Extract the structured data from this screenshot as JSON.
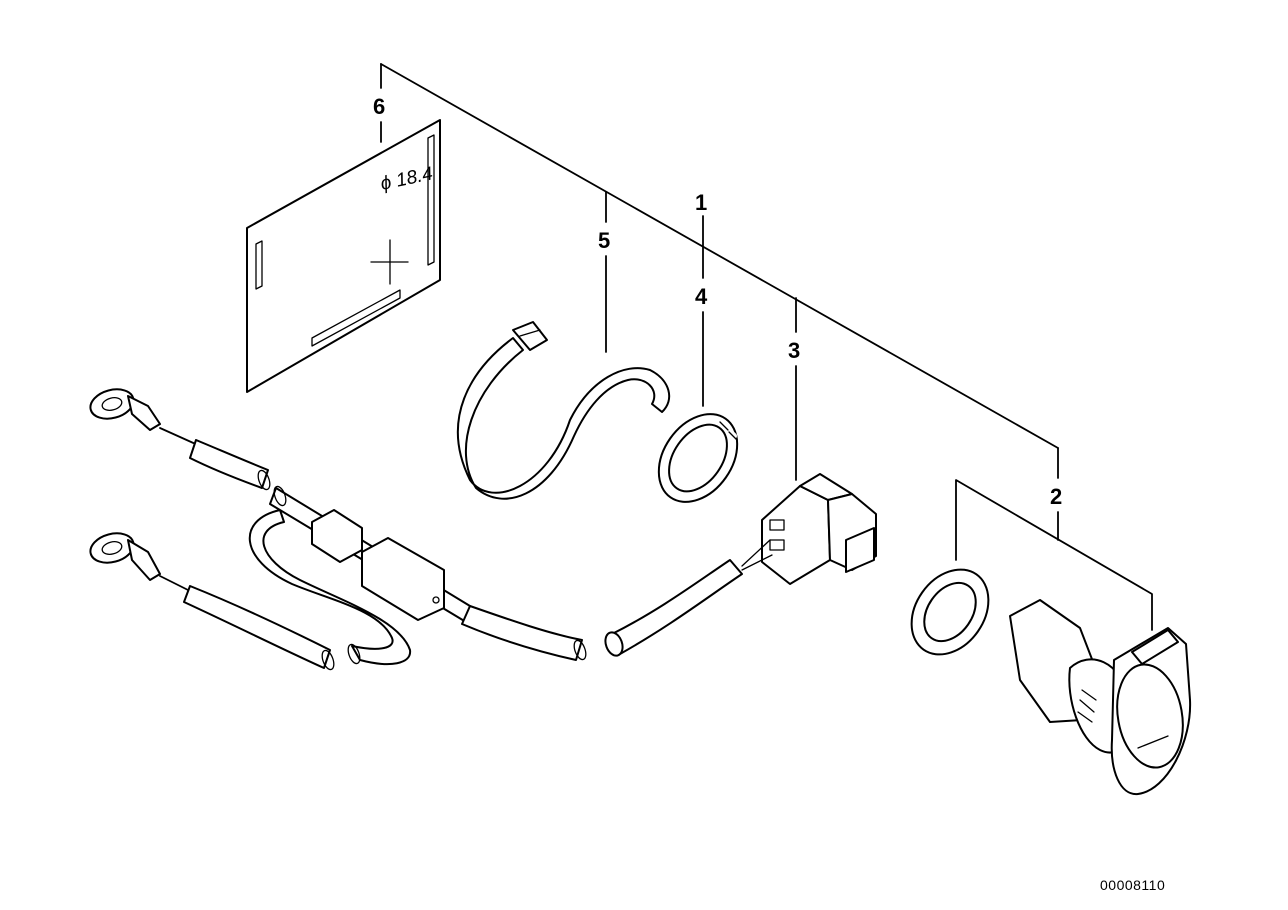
{
  "callouts": {
    "c1": "1",
    "c2": "2",
    "c3": "3",
    "c4": "4",
    "c5": "5",
    "c6": "6"
  },
  "plate_label": "ϕ 18.4",
  "diagram_code": "00008110"
}
